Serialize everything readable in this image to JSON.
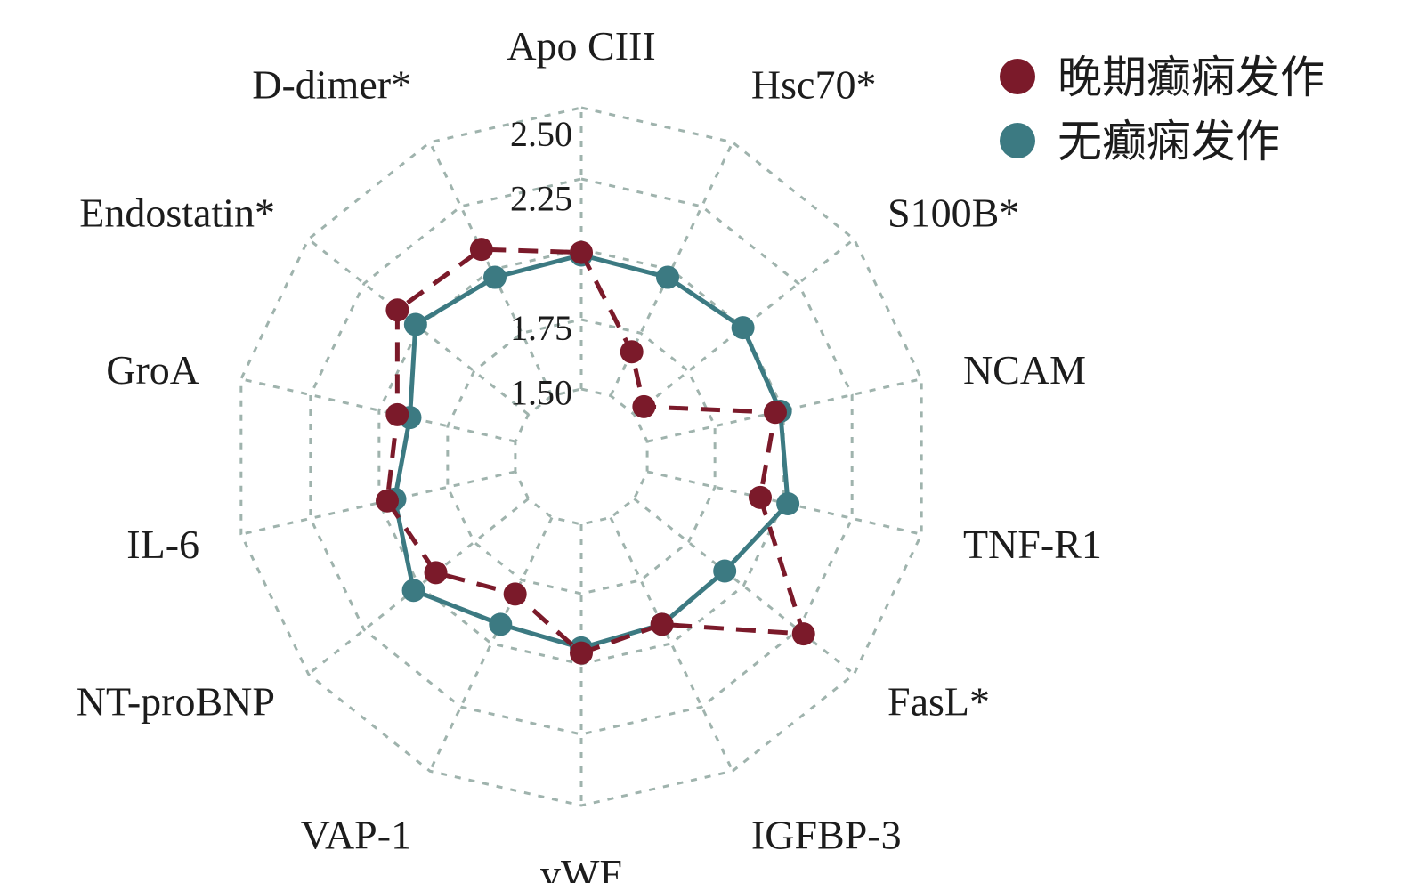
{
  "chart_data": {
    "type": "radar",
    "axes": [
      "Apo CIII",
      "Hsc70*",
      "S100B*",
      "NCAM",
      "TNF-R1",
      "FasL*",
      "IGFBP-3",
      "vWF",
      "VAP-1",
      "NT-proBNP",
      "IL-6",
      "GroA",
      "Endostatin*",
      "D-dimer*"
    ],
    "tick_labels": [
      "1.50",
      "1.75",
      "2.25",
      "2.50"
    ],
    "range": [
      1.25,
      2.6
    ],
    "grid": true,
    "legend_position": "top-right",
    "series": [
      {
        "name": "晚期癫痫发作",
        "color": "#7b1a2a",
        "line_style": "dashed",
        "values": [
          2.04,
          1.7,
          1.56,
          2.02,
          1.96,
          2.35,
          1.97,
          2.01,
          1.84,
          1.97,
          2.02,
          1.98,
          2.16,
          2.14
        ]
      },
      {
        "name": "无癫痫发作",
        "color": "#3c7a82",
        "line_style": "solid",
        "values": [
          2.03,
          2.02,
          2.05,
          2.04,
          2.07,
          1.96,
          1.97,
          1.99,
          1.97,
          2.08,
          1.99,
          1.93,
          2.07,
          2.02
        ]
      }
    ]
  }
}
